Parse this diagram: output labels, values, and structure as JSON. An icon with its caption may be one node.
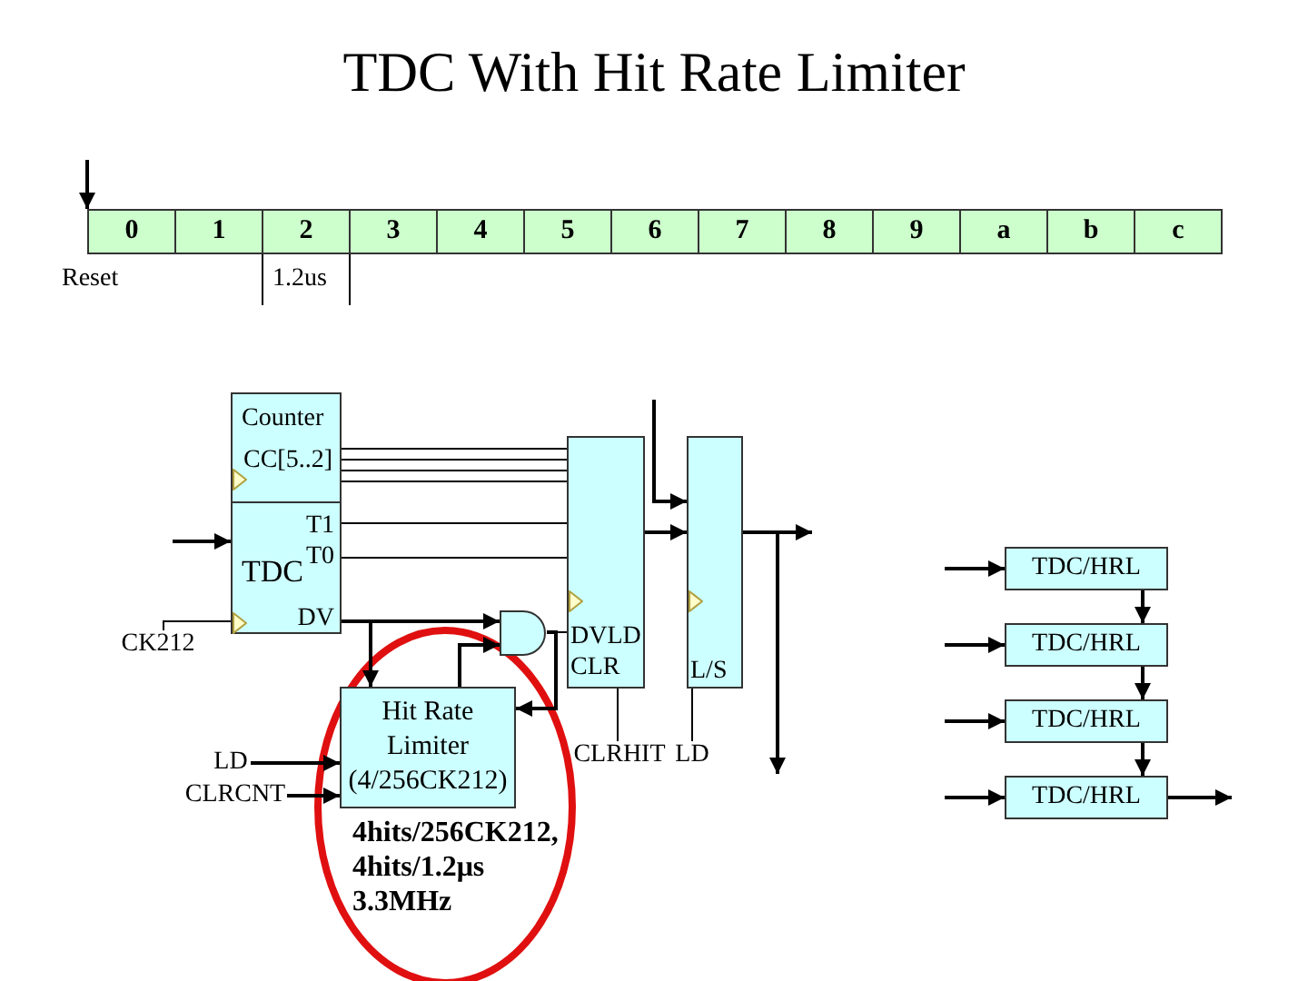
{
  "diagram": {
    "title": "TDC With Hit Rate Limiter",
    "nodes": [
      {
        "text": [
          "0"
        ],
        "beside": [
          "Reset"
        ]
      },
      {
        "text": [
          "1"
        ]
      },
      {
        "text": [
          "2"
        ],
        "beside": [
          "1.2us"
        ]
      },
      {
        "text": [
          "3"
        ]
      },
      {
        "text": [
          "4"
        ]
      },
      {
        "text": [
          "5"
        ]
      },
      {
        "text": [
          "6"
        ]
      },
      {
        "text": [
          "7"
        ]
      },
      {
        "text": [
          "8"
        ]
      },
      {
        "text": [
          "9"
        ]
      },
      {
        "text": [
          "a"
        ]
      },
      {
        "text": [
          "b"
        ]
      },
      {
        "text": [
          "c"
        ]
      },
      {
        "text": [
          "Counter",
          "CC[5..2]"
        ]
      },
      {
        "text": [
          "TDC",
          "T1",
          "T0",
          "DV"
        ]
      },
      {
        "text": [
          "DVLD",
          "CLR"
        ]
      },
      {
        "text": [
          "L/S"
        ]
      },
      {
        "text": [],
        "shape": "gate"
      },
      {
        "text": [
          "Hit Rate Limiter (4/256CK212)"
        ],
        "beside": [
          "4hits/256CK212, 4hits/1.2μs 3.3MHz"
        ]
      },
      {
        "text": [
          "CK212"
        ]
      },
      {
        "text": [
          "LD"
        ]
      },
      {
        "text": [
          "CLRCNT"
        ]
      },
      {
        "text": [
          "CLRHIT"
        ]
      },
      {
        "text": [
          "LD"
        ]
      },
      {
        "text": [
          "TDC/HRL"
        ]
      },
      {
        "text": [
          "TDC/HRL"
        ]
      },
      {
        "text": [
          "TDC/HRL"
        ]
      },
      {
        "text": [
          "TDC/HRL"
        ]
      }
    ],
    "edges": [
      {
        "from": null,
        "to": 0,
        "arrow": "to"
      },
      {
        "from": 13,
        "to": 15,
        "arrow": "none"
      },
      {
        "from": 13,
        "to": 15,
        "arrow": "none"
      },
      {
        "from": 13,
        "to": 15,
        "arrow": "none"
      },
      {
        "from": 13,
        "to": 15,
        "arrow": "none"
      },
      {
        "from": 14,
        "to": 15,
        "arrow": "none"
      },
      {
        "from": 14,
        "to": 15,
        "arrow": "none"
      },
      {
        "from": 14,
        "to": 17,
        "arrow": "to"
      },
      {
        "from": 14,
        "to": 18,
        "arrow": "to"
      },
      {
        "from": null,
        "to": 14,
        "arrow": "to"
      },
      {
        "from": 19,
        "to": 14,
        "arrow": "none"
      },
      {
        "from": 18,
        "to": 17,
        "arrow": "to"
      },
      {
        "from": 17,
        "to": 15,
        "arrow": "none"
      },
      {
        "from": 17,
        "to": 18,
        "arrow": "to"
      },
      {
        "from": 20,
        "to": 18,
        "arrow": "to"
      },
      {
        "from": 21,
        "to": 18,
        "arrow": "to"
      },
      {
        "from": 15,
        "to": 22,
        "arrow": "none"
      },
      {
        "from": null,
        "to": 16,
        "arrow": "to"
      },
      {
        "from": 15,
        "to": 16,
        "arrow": "to"
      },
      {
        "from": 16,
        "to": null,
        "arrow": "to"
      },
      {
        "from": 16,
        "to": null,
        "arrow": "to"
      },
      {
        "from": 16,
        "to": 23,
        "arrow": "none"
      },
      {
        "from": null,
        "to": 24,
        "arrow": "to"
      },
      {
        "from": null,
        "to": 25,
        "arrow": "to"
      },
      {
        "from": null,
        "to": 26,
        "arrow": "to"
      },
      {
        "from": null,
        "to": 27,
        "arrow": "to"
      },
      {
        "from": 24,
        "to": 25,
        "arrow": "to"
      },
      {
        "from": 25,
        "to": 26,
        "arrow": "to"
      },
      {
        "from": 26,
        "to": 27,
        "arrow": "to"
      },
      {
        "from": 27,
        "to": null,
        "arrow": "to"
      }
    ]
  }
}
